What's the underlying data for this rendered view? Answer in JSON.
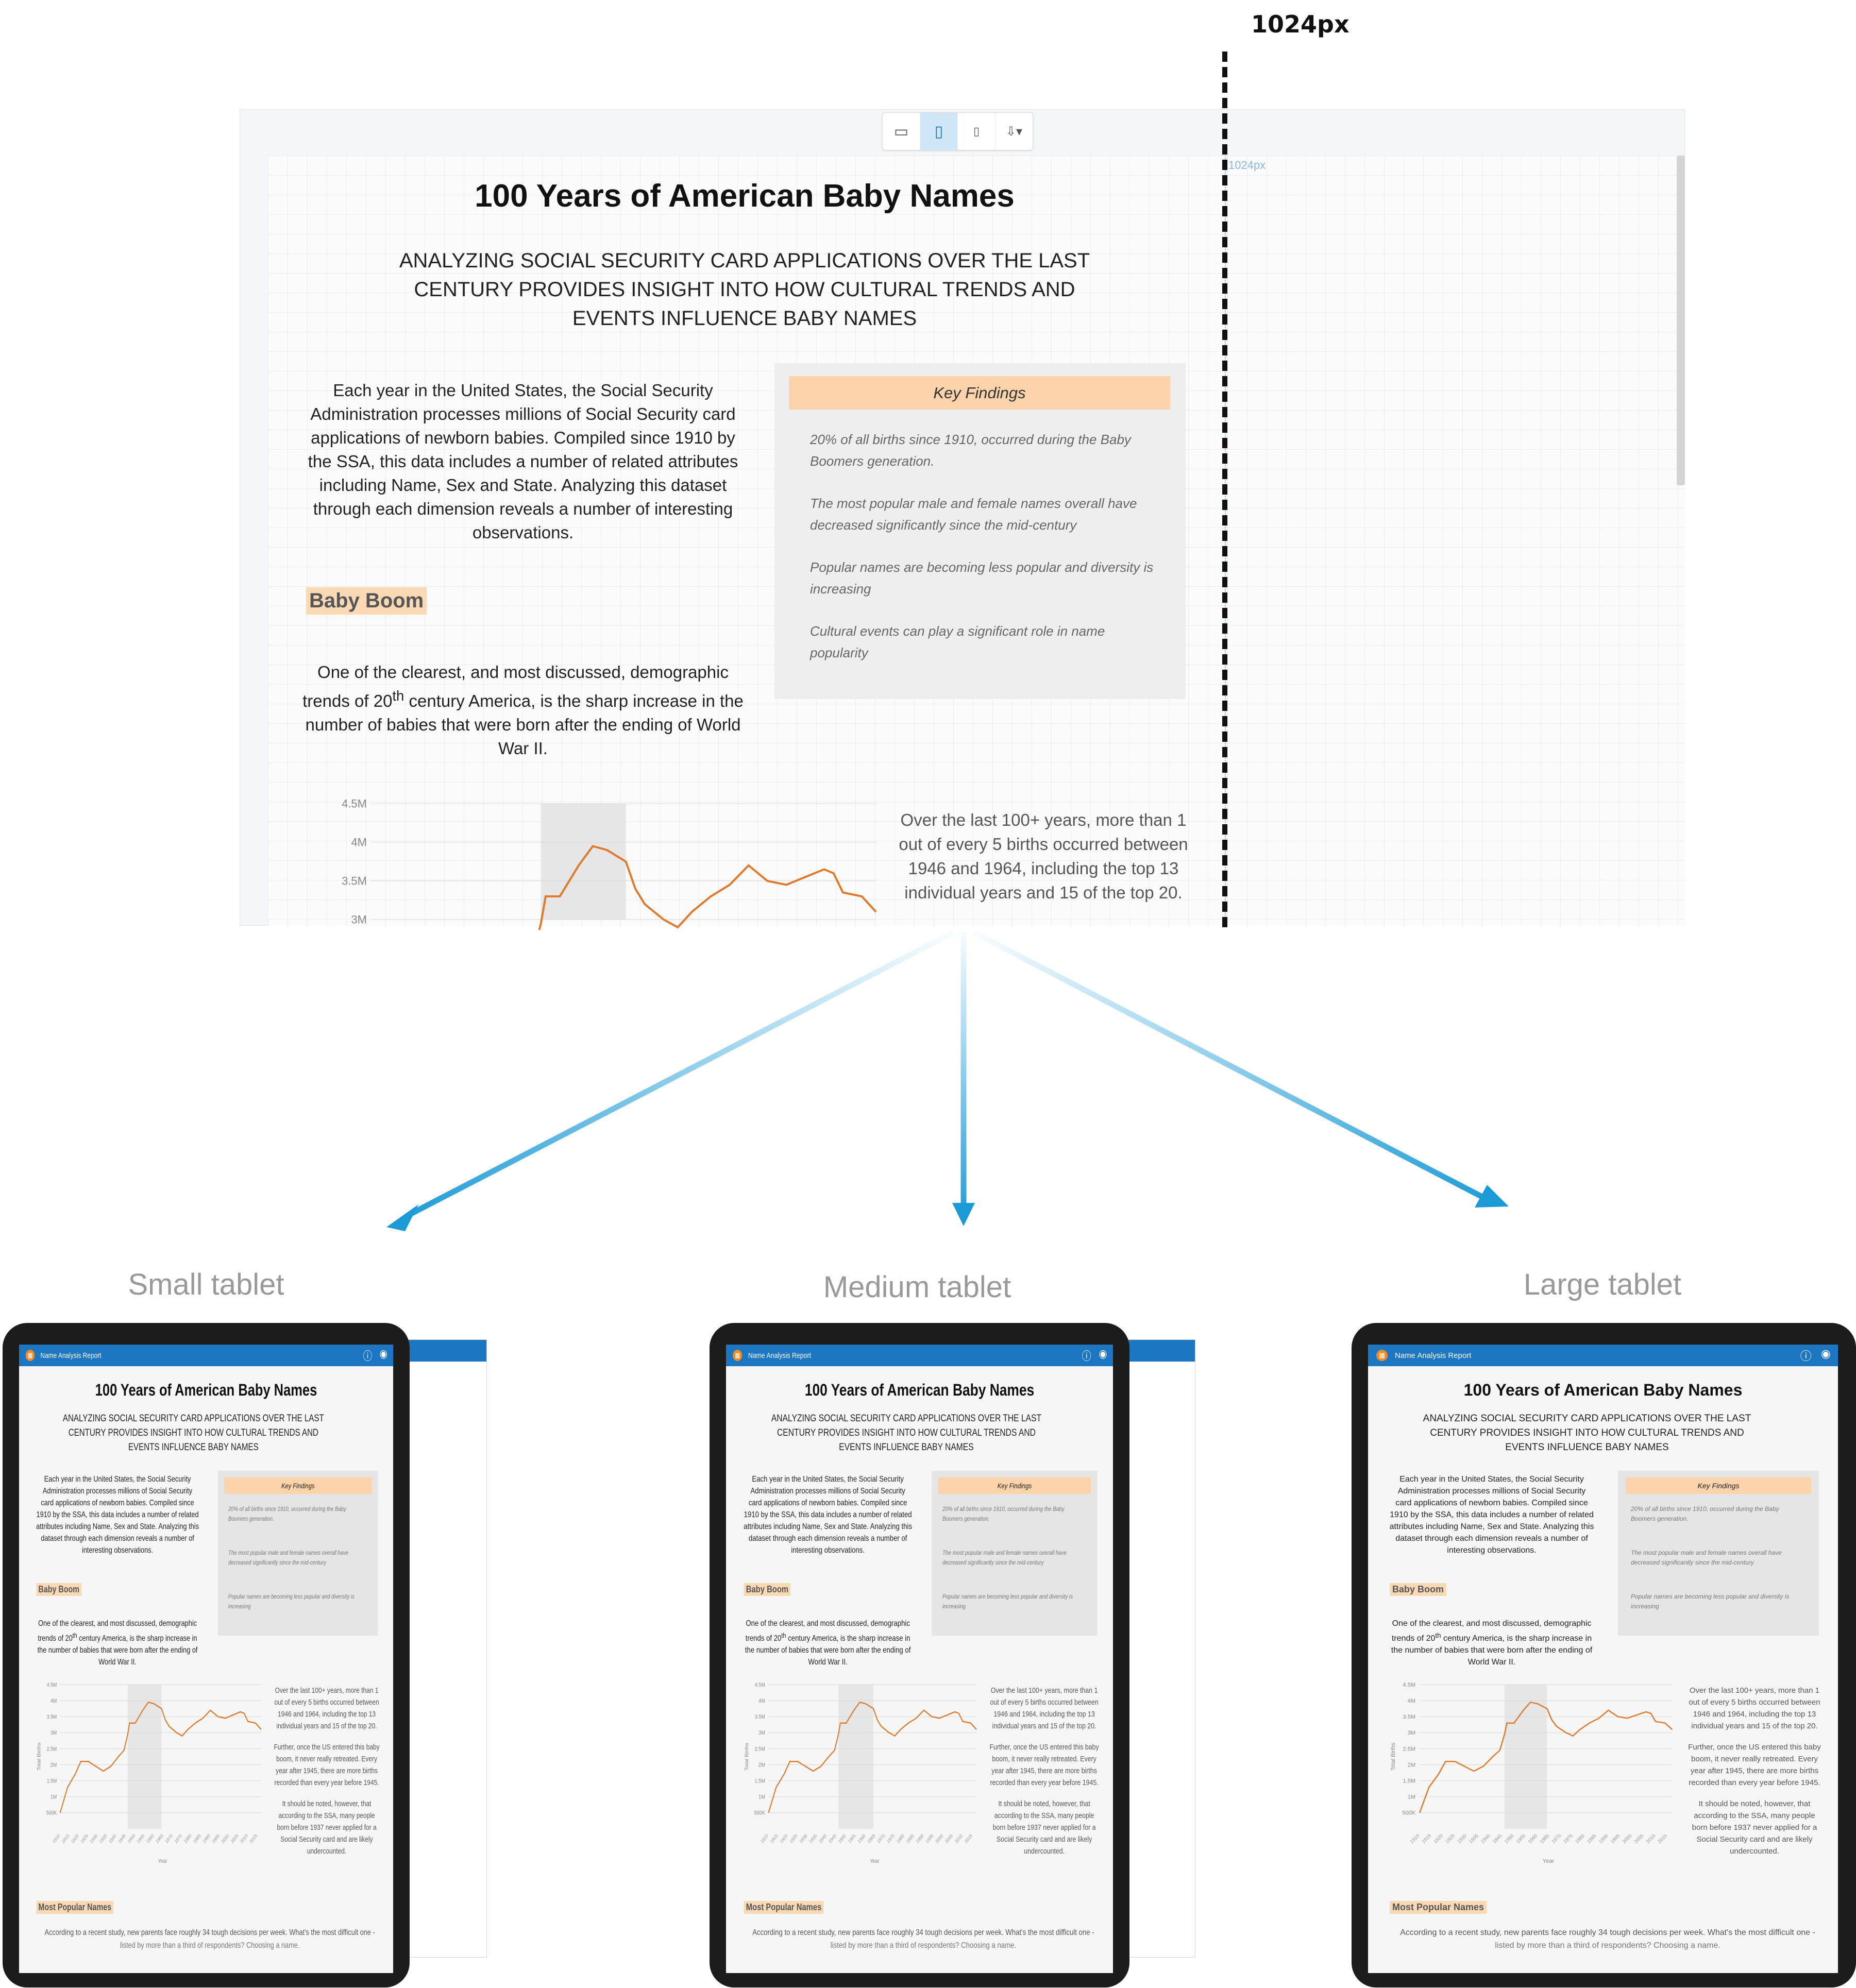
{
  "breakpoint": {
    "label": "1024px",
    "canvas_label": "1024px"
  },
  "toolbar": {
    "buttons": [
      {
        "icon": "desktop-icon",
        "glyph": "▭"
      },
      {
        "icon": "tablet-icon",
        "glyph": "▯"
      },
      {
        "icon": "phone-icon",
        "glyph": "▯"
      },
      {
        "icon": "export-icon",
        "glyph": "⇩▾"
      }
    ]
  },
  "report": {
    "title": "100 Years of American Baby Names",
    "subtitle": "Analyzing Social Security card applications over the last century provides insight into how cultural trends and events influence baby names",
    "intro": "Each year in the United States, the Social Security Administration processes millions of Social Security card applications of newborn babies. Compiled since 1910 by the SSA, this data includes a number of related attributes including Name, Sex and State. Analyzing this dataset through each dimension reveals a number of interesting observations.",
    "baby_boom_heading": "Baby Boom",
    "baby_boom_pre": "One of the clearest, and most discussed, demographic trends of 20",
    "baby_boom_sup": "th",
    "baby_boom_post": " century America, is the sharp increase in the number of babies that were born after the ending of World War II.",
    "key_findings_title": "Key Findings",
    "key_findings": [
      "20% of all births since 1910, occurred during the Baby Boomers generation.",
      "The most popular male and female names overall have decreased significantly since the mid-century",
      "Popular names are becoming less popular and diversity is increasing",
      "Cultural events can play a significant role in name popularity"
    ],
    "chart_side_text": "Over the last 100+ years, more than 1 out of every 5 births occurred between 1946 and 1964, including the top 13 individual years and 15 of the top 20.",
    "chart_side_text_2": "Further, once the US entered this baby boom, it never really retreated. Every year after 1945, there are more births recorded than every year before 1945.",
    "chart_side_text_3": "It should be noted, however, that according to the SSA, many people born before 1937 never applied for a Social Security card and are likely undercounted.",
    "most_popular_heading": "Most Popular Names",
    "footer_line": "According to a recent study, new parents face roughly 34 tough decisions per week. What's the most difficult one -",
    "footer_line_2": "listed by more than a third of respondents? Choosing a name."
  },
  "app": {
    "name": "Name Analysis Report",
    "help_icon": "help-icon",
    "user_icon": "avatar"
  },
  "devices": [
    {
      "label": "Small tablet"
    },
    {
      "label": "Medium tablet"
    },
    {
      "label": "Large tablet"
    }
  ],
  "chart_data": {
    "type": "line",
    "title": "",
    "xlabel": "Year",
    "ylabel": "Total Births",
    "ylim": [
      0,
      4500000
    ],
    "y_ticks": [
      "500K",
      "1M",
      "1.5M",
      "2M",
      "2.5M",
      "3M",
      "3.5M",
      "4M",
      "4.5M"
    ],
    "highlight_range": [
      1946,
      1964
    ],
    "series": [
      {
        "color": "#e07a2c",
        "x": [
          1910,
          1914,
          1918,
          1921,
          1925,
          1929,
          1933,
          1937,
          1941,
          1944,
          1946,
          1947,
          1950,
          1954,
          1957,
          1960,
          1964,
          1966,
          1968,
          1972,
          1975,
          1978,
          1982,
          1986,
          1990,
          1994,
          1998,
          2002,
          2006,
          2008,
          2010,
          2014,
          2017
        ],
        "y": [
          500000,
          1300000,
          1700000,
          2100000,
          2100000,
          1950000,
          1800000,
          1950000,
          2250000,
          2450000,
          2950000,
          3300000,
          3300000,
          3700000,
          3950000,
          3900000,
          3750000,
          3400000,
          3200000,
          3000000,
          2900000,
          3100000,
          3300000,
          3450000,
          3700000,
          3500000,
          3450000,
          3550000,
          3650000,
          3600000,
          3350000,
          3300000,
          3100000
        ]
      }
    ]
  }
}
